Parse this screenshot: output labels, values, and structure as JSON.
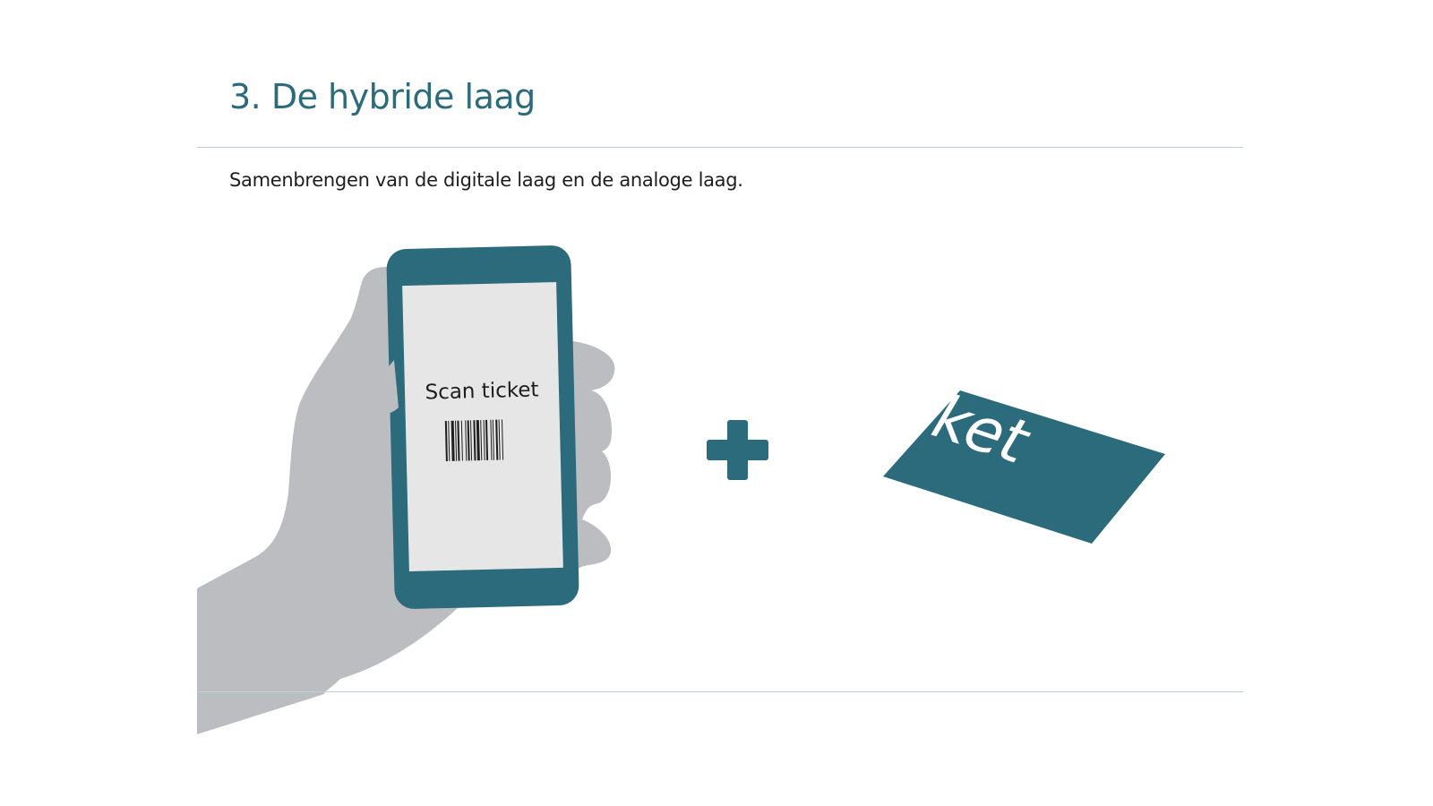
{
  "slide": {
    "title": "3. De hybride laag",
    "subtitle": "Samenbrengen van de digitale laag en de analoge laag."
  },
  "phone": {
    "screen_text": "Scan ticket"
  },
  "ticket": {
    "label": "Ticket"
  },
  "colors": {
    "accent": "#2b6b7b",
    "hand": "#bcbdc1",
    "screen": "#e6e6e6",
    "rule": "#b9d2d7"
  },
  "icons": [
    "hand-icon",
    "smartphone-icon",
    "barcode-icon",
    "plus-icon",
    "ticket-icon"
  ]
}
